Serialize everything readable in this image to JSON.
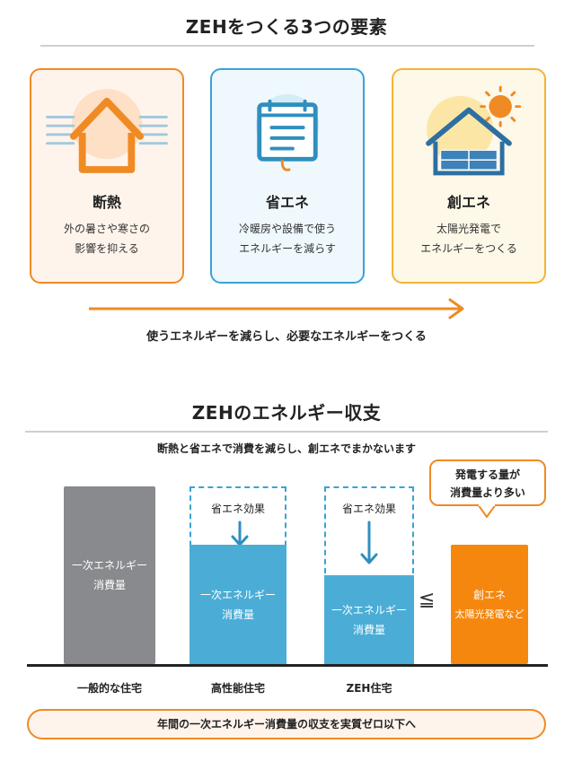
{
  "section1": {
    "title": "ZEHをつくる3つの要素",
    "cards": [
      {
        "title": "断熱",
        "desc_line1": "外の暑さや寒さの",
        "desc_line2": "影響を抑える",
        "icon": "insulated-house-icon"
      },
      {
        "title": "省エネ",
        "desc_line1": "冷暖房や設備で使う",
        "desc_line2": "エネルギーを減らす",
        "icon": "energy-meter-icon"
      },
      {
        "title": "創エネ",
        "desc_line1": "太陽光発電で",
        "desc_line2": "エネルギーをつくる",
        "icon": "solar-house-icon"
      }
    ],
    "caption": "使うエネルギーを減らし、必要なエネルギーをつくる"
  },
  "section2": {
    "title": "ZEHのエネルギー収支",
    "subtitle": "断熱と省エネで消費を減らし、創エネでまかないます",
    "bars": [
      {
        "line1": "一次エネルギー",
        "line2": "消費量",
        "label": "一般的な住宅",
        "value": 1.0
      },
      {
        "top_label": "省エネ効果",
        "line1": "一次エネルギー",
        "line2": "消費量",
        "label": "高性能住宅",
        "value": 0.67
      },
      {
        "top_label": "省エネ効果",
        "line1": "一次エネルギー",
        "line2": "消費量",
        "label": "ZEH住宅",
        "value": 0.5
      }
    ],
    "compare_symbol": "≦",
    "create_bar": {
      "line1": "創エネ",
      "line2": "太陽光発電など",
      "value": 0.67
    },
    "callout_line1": "発電する量が",
    "callout_line2": "消費量より多い",
    "footer": "年間の一次エネルギー消費量の収支を実質ゼロ以下へ"
  },
  "colors": {
    "orange": "#f08a24",
    "blue": "#3aa3d3",
    "gray": "#888a8d",
    "yellow": "#f3b436"
  }
}
